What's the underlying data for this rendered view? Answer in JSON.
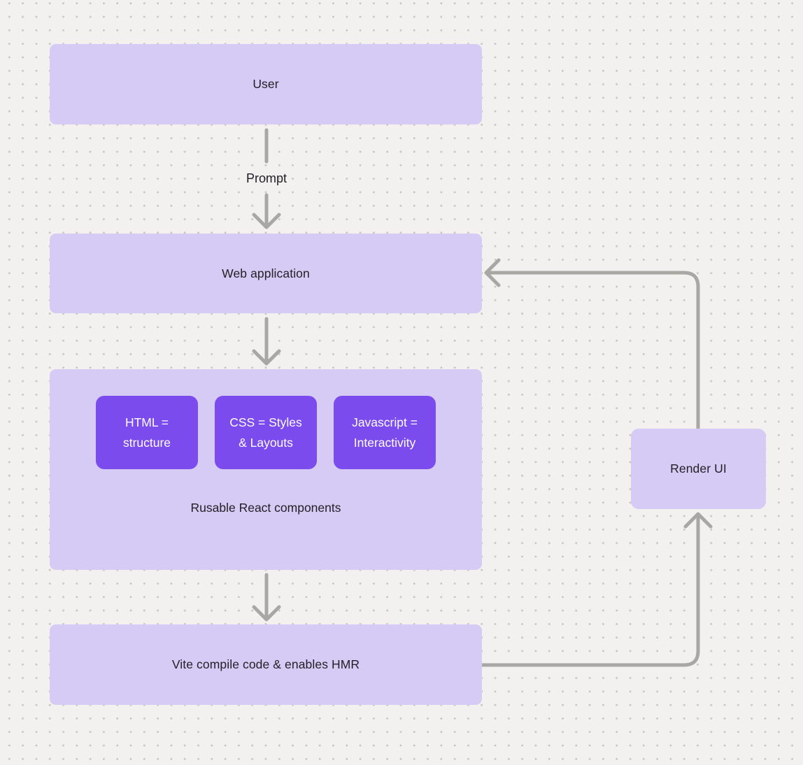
{
  "diagram": {
    "title": "react-vite-workflow-diagram",
    "nodes": {
      "user": {
        "label": "User"
      },
      "web_application": {
        "label": "Web application"
      },
      "react_container": {
        "label": "Rusable React components"
      },
      "vite": {
        "label": "Vite compile code & enables HMR"
      },
      "render_ui": {
        "label": "Render UI"
      }
    },
    "components": [
      {
        "line1": "HTML =",
        "line2": "structure"
      },
      {
        "line1": "CSS = Styles",
        "line2": "& Layouts"
      },
      {
        "line1": "Javascript =",
        "line2": "Interactivity"
      }
    ],
    "edge_labels": {
      "prompt": "Prompt"
    },
    "colors": {
      "background": "#f2f1ef",
      "grid_dot": "#c9c7c4",
      "node_fill": "#d6cbf5",
      "component_fill": "#7b4bee",
      "arrow": "#a9a7a4",
      "text_dark": "#232027",
      "text_light": "#ffffff"
    }
  }
}
